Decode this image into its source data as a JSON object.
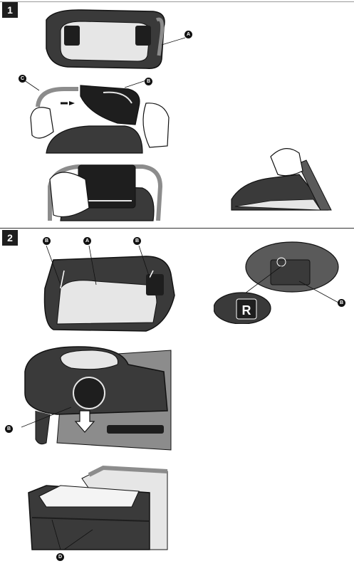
{
  "steps": [
    {
      "number": "1"
    },
    {
      "number": "2"
    }
  ],
  "callouts": {
    "a1": "A",
    "b1": "B",
    "c1": "C",
    "b2_left": "B",
    "a2": "A",
    "b2_right": "B",
    "b2_zoom": "B",
    "b3": "B",
    "d": "D"
  },
  "zoom_label": "R",
  "colors": {
    "fabric_dark": "#3a3a3a",
    "fabric_mid": "#5a5a5a",
    "fabric_light": "#e6e6e6",
    "outline": "#111111",
    "frame": "#8c8c8c"
  }
}
